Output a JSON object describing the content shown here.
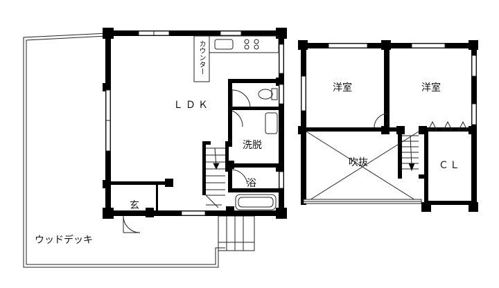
{
  "floor1": {
    "ldk": "ＬＤＫ",
    "counter": "カウンター",
    "washroom": "洗脱",
    "bath": "浴",
    "entrance": "玄",
    "wood_deck": "ウッドデッキ"
  },
  "floor2": {
    "western_room_left": "洋室",
    "western_room_right": "洋室",
    "void": "吹抜",
    "closet": "ＣＬ"
  },
  "colors": {
    "wall": "#000000",
    "line": "#222222",
    "background": "#ffffff"
  }
}
